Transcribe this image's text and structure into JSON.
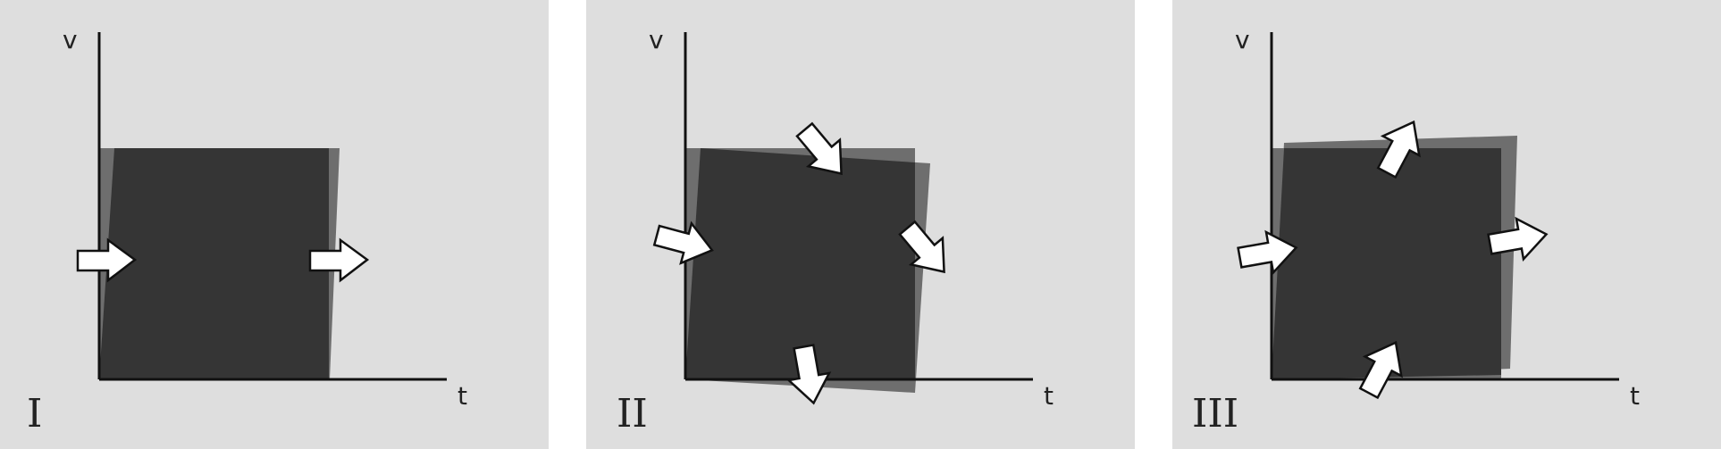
{
  "colors": {
    "panel_background": "#dedede",
    "page_background": "#ffffff",
    "region_dark": "#353535",
    "region_light": "#6e6e6e",
    "axis": "#111111",
    "arrow_fill": "#ffffff",
    "arrow_stroke": "#111111"
  },
  "panels": [
    {
      "numeral": "I",
      "x_axis_label": "t",
      "y_axis_label": "v"
    },
    {
      "numeral": "II",
      "x_axis_label": "t",
      "y_axis_label": "v"
    },
    {
      "numeral": "III",
      "x_axis_label": "t",
      "y_axis_label": "v"
    }
  ]
}
